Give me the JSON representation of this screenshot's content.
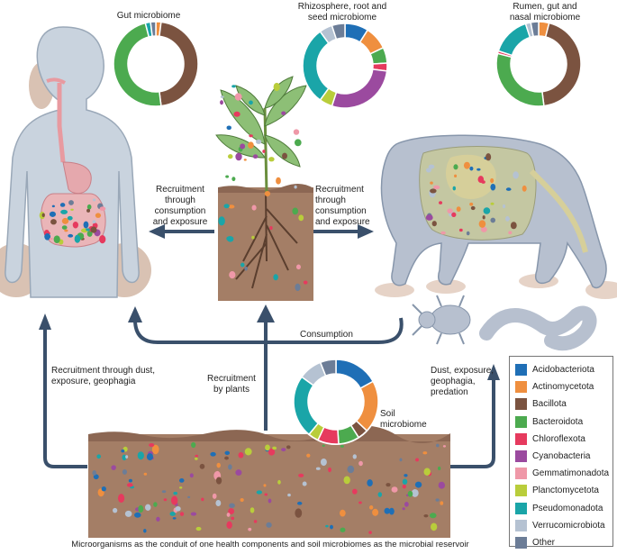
{
  "labels": {
    "gut_microbiome": "Gut microbiome",
    "rhizosphere": "Rhizosphere, root and\nseed microbiome",
    "rumen": "Rumen, gut and\nnasal microbiome",
    "recruitment_left": "Recruitment\nthrough\nconsumption\nand exposure",
    "recruitment_right": "Recruitment\nthrough\nconsumption\nand exposure",
    "consumption": "Consumption",
    "dust": "Recruitment through dust,\nexposure, geophagia",
    "by_plants": "Recruitment\nby plants",
    "soil_microbiome": "Soil\nmicrobiome",
    "dust_right": "Dust, exposure,\ngeophagia,\npredation",
    "caption": "Microorganisms as the conduit of one health components and soil microbiomes as the microbial reservoir"
  },
  "legend": [
    {
      "name": "Acidobacteriota",
      "color": "#1f6fb6"
    },
    {
      "name": "Actinomycetota",
      "color": "#ef8f3f"
    },
    {
      "name": "Bacillota",
      "color": "#7b5340"
    },
    {
      "name": "Bacteroidota",
      "color": "#4caa4f"
    },
    {
      "name": "Chloroflexota",
      "color": "#e63a5e"
    },
    {
      "name": "Cyanobacteria",
      "color": "#9b4a9f"
    },
    {
      "name": "Gemmatimonadota",
      "color": "#ef98a8"
    },
    {
      "name": "Planctomycetota",
      "color": "#b9cd3b"
    },
    {
      "name": "Pseudomonadota",
      "color": "#1aa5a8"
    },
    {
      "name": "Verrucomicrobiota",
      "color": "#b5c2d2"
    },
    {
      "name": "Other",
      "color": "#6c7d97"
    }
  ],
  "donuts": {
    "gut": [
      {
        "taxon": "Actinomycetota",
        "value": 2
      },
      {
        "taxon": "Bacillota",
        "value": 46
      },
      {
        "taxon": "Bacteroidota",
        "value": 48
      },
      {
        "taxon": "Pseudomonadota",
        "value": 2
      },
      {
        "taxon": "Other",
        "value": 2
      }
    ],
    "rhizosphere": [
      {
        "taxon": "Acidobacteriota",
        "value": 9
      },
      {
        "taxon": "Actinomycetota",
        "value": 9
      },
      {
        "taxon": "Bacteroidota",
        "value": 6
      },
      {
        "taxon": "Chloroflexota",
        "value": 3
      },
      {
        "taxon": "Cyanobacteria",
        "value": 28
      },
      {
        "taxon": "Planctomycetota",
        "value": 5
      },
      {
        "taxon": "Pseudomonadota",
        "value": 30
      },
      {
        "taxon": "Verrucomicrobiota",
        "value": 5
      },
      {
        "taxon": "Other",
        "value": 5
      }
    ],
    "rumen": [
      {
        "taxon": "Actinomycetota",
        "value": 4
      },
      {
        "taxon": "Bacillota",
        "value": 44
      },
      {
        "taxon": "Bacteroidota",
        "value": 31
      },
      {
        "taxon": "Chloroflexota",
        "value": 1
      },
      {
        "taxon": "Pseudomonadota",
        "value": 15
      },
      {
        "taxon": "Verrucomicrobiota",
        "value": 2
      },
      {
        "taxon": "Other",
        "value": 3
      }
    ],
    "soil": [
      {
        "taxon": "Acidobacteriota",
        "value": 17
      },
      {
        "taxon": "Actinomycetota",
        "value": 20
      },
      {
        "taxon": "Bacillota",
        "value": 4
      },
      {
        "taxon": "Bacteroidota",
        "value": 8
      },
      {
        "taxon": "Chloroflexota",
        "value": 8
      },
      {
        "taxon": "Planctomycetota",
        "value": 4
      },
      {
        "taxon": "Pseudomonadota",
        "value": 24
      },
      {
        "taxon": "Verrucomicrobiota",
        "value": 9
      },
      {
        "taxon": "Other",
        "value": 6
      }
    ]
  }
}
